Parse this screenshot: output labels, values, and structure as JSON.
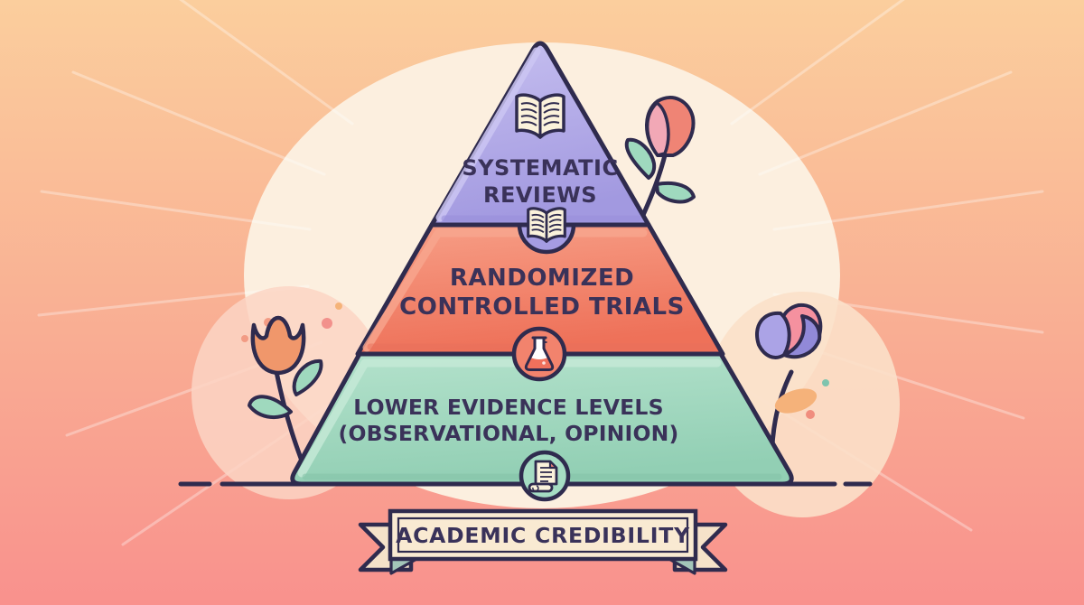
{
  "title": "Evidence pyramid — academic credibility",
  "background": {
    "gradient_top": "#FBCE9D",
    "gradient_bottom": "#F9918D",
    "blob": "#FCEFDF",
    "ray_color": "#FFFFFF"
  },
  "pyramid": {
    "outline_color": "#2F2B4E",
    "text_color": "#3A3259",
    "tiers": [
      {
        "id": "systematic-reviews",
        "lines": [
          "SYSTEMATIC",
          "REVIEWS"
        ],
        "fill": "#ADA5E6",
        "icon": "open-book-icon"
      },
      {
        "id": "randomized-controlled-trials",
        "lines": [
          "RANDOMIZED",
          "CONTROLLED TRIALS"
        ],
        "fill": "#F1806A",
        "icon": "open-book-icon"
      },
      {
        "id": "lower-evidence-levels",
        "lines": [
          "LOWER EVIDENCE LEVELS",
          "(OBSERVATIONAL, OPINION)"
        ],
        "fill": "#9FD8BE",
        "icon": "flask-icon"
      }
    ],
    "base_icon": "scroll-icon"
  },
  "banner": {
    "label": "ACADEMIC CREDIBILITY",
    "fill": "#F9EAD2",
    "fold_color": "#A3C6B9"
  },
  "decorations": {
    "flowers": [
      "orange-tulip-left",
      "pink-tulip-top-right",
      "purple-flower-right"
    ],
    "ground_line": "dashed-baseline"
  }
}
